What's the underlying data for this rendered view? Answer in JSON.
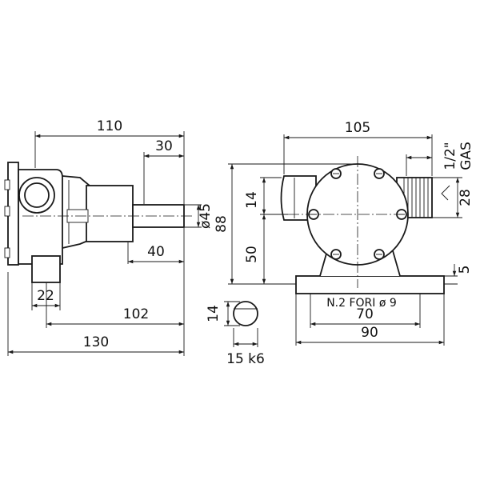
{
  "dimensions": {
    "side_total_length": "130",
    "side_body_to_shaft_end": "110",
    "side_shaft_projection": "30",
    "side_shaft_diameter": "ø45",
    "side_bearing_housing": "40",
    "side_foot_width": "22",
    "side_foot_to_shaft_end": "102",
    "front_total_width": "105",
    "front_port_thread": "1/2\"",
    "front_port_thread_type": "GAS",
    "front_port_height": "28",
    "front_total_height": "88",
    "front_center_height": "50",
    "front_port_offset": "14",
    "front_base_thickness": "5",
    "front_mount_holes": "N.2 FORI ø 9",
    "front_hole_spacing": "70",
    "front_base_width": "90",
    "key_section_height": "14",
    "key_section_fit": "15 k6"
  }
}
